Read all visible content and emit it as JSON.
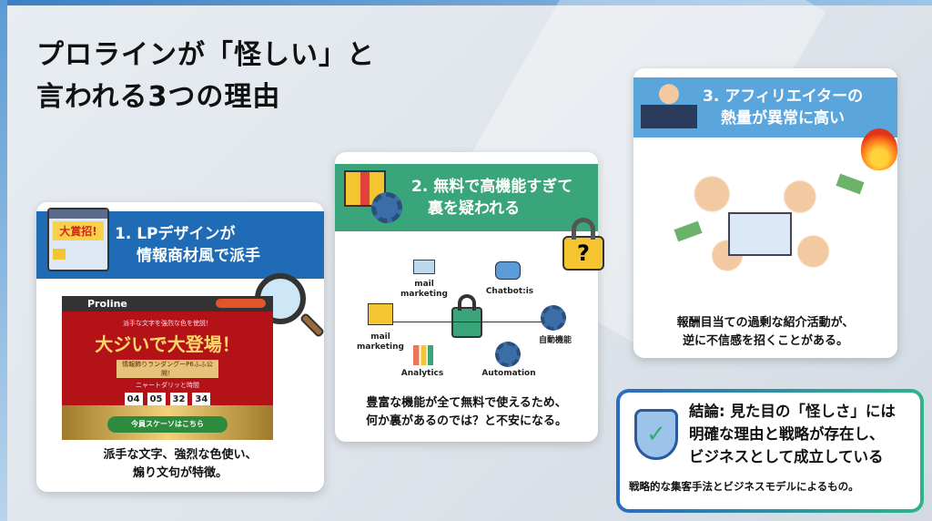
{
  "title": {
    "line1": "プロラインが「怪しい」と",
    "line2": "言われる3つの理由"
  },
  "cards": [
    {
      "title1": "1. LPデザインが",
      "title2": "情報商材風で派手",
      "icon_badge": "大賞招!",
      "desc1": "派手な文字、強烈な色使い、",
      "desc2": "煽り文句が特徴。",
      "lp": {
        "brand": "Proline",
        "tagline": "派手な文字を強烈な色を使説！",
        "headline": "大ジいで大登場！",
        "subline": "情報飾りランダングーP6ふふ公開！",
        "countdown_label": "ニャートダリッと時間",
        "countdown": [
          "04",
          "05",
          "32",
          "34"
        ],
        "cta": "今員スケーソはこちら"
      }
    },
    {
      "title1": "2. 無料で高機能すぎて",
      "title2": "裏を疑われる",
      "desc1": "豊富な機能が全て無料で使えるため、",
      "desc2": "何か裏があるのでは？と不安になる。",
      "features": [
        "mail marketing",
        "Chatbot:is",
        "mail marketing",
        "自動機能",
        "Analytics",
        "Automation"
      ],
      "lock_symbol": "?"
    },
    {
      "title1": "3. アフィリエイターの",
      "title2": "熱量が異常に高い",
      "desc1": "報酬目当ての過剰な紹介活動が、",
      "desc2": "逆に不信感を招くことがある。"
    }
  ],
  "conclusion": {
    "line1": "結論: 見た目の「怪しさ」には",
    "line2": "明確な理由と戦略が存在し、",
    "line3": "ビジネスとして成立している",
    "sub": "戦略的な集客手法とビジネスモデルによるもの。"
  },
  "colors": {
    "card1": "#1f6bb5",
    "card2": "#3aa57a",
    "card3": "#5aa5dc"
  }
}
